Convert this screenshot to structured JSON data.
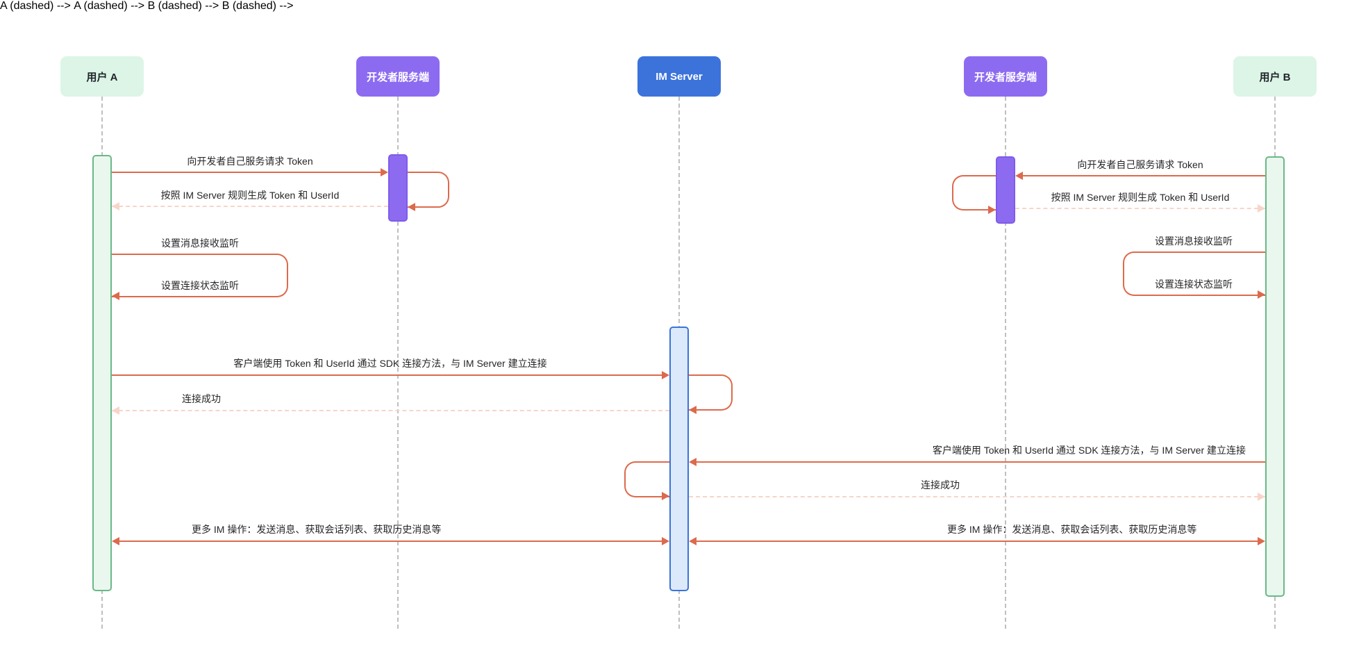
{
  "participants": [
    {
      "id": "user-a",
      "label": "用户 A",
      "role": "user"
    },
    {
      "id": "dev-server-left",
      "label": "开发者服务端",
      "role": "developer-server"
    },
    {
      "id": "im-server",
      "label": "IM Server",
      "role": "im-server"
    },
    {
      "id": "dev-server-right",
      "label": "开发者服务端",
      "role": "developer-server"
    },
    {
      "id": "user-b",
      "label": "用户 B",
      "role": "user"
    }
  ],
  "left_flow": {
    "request_token": "向开发者自己服务请求 Token",
    "generate_token": "按照 IM Server 规则生成 Token 和 UserId",
    "set_message_listener": "设置消息接收监听",
    "set_connection_listener": "设置连接状态监听",
    "connect_sdk": "客户端使用 Token 和 UserId 通过 SDK 连接方法，与 IM Server 建立连接",
    "connect_success": "连接成功",
    "more_ops": "更多 IM 操作：发送消息、获取会话列表、获取历史消息等"
  },
  "right_flow": {
    "request_token": "向开发者自己服务请求 Token",
    "generate_token": "按照 IM Server 规则生成 Token 和 UserId",
    "set_message_listener": "设置消息接收监听",
    "set_connection_listener": "设置连接状态监听",
    "connect_sdk": "客户端使用 Token 和 UserId 通过 SDK 连接方法，与 IM Server 建立连接",
    "connect_success": "连接成功",
    "more_ops": "更多 IM 操作：发送消息、获取会话列表、获取历史消息等"
  },
  "colors": {
    "background": "#ffffff",
    "arrow": "#dc6a4c",
    "arrow_faded": "#f7d5c9",
    "lifeline": "#bfbfbf",
    "user_fill": "#dcf5e7",
    "user_text": "#1f2329",
    "dev_fill": "#8d6bf1",
    "dev_text": "#ffffff",
    "im_fill": "#3b73db",
    "im_text": "#ffffff",
    "activation_user_fill": "#eaf7ef",
    "activation_user_border": "#6ab886",
    "activation_dev_fill": "#8d6bf1",
    "activation_dev_border": "#7e5bea",
    "activation_im_fill": "#dce9fa",
    "activation_im_border": "#3b73db",
    "message_text": "#262626"
  }
}
